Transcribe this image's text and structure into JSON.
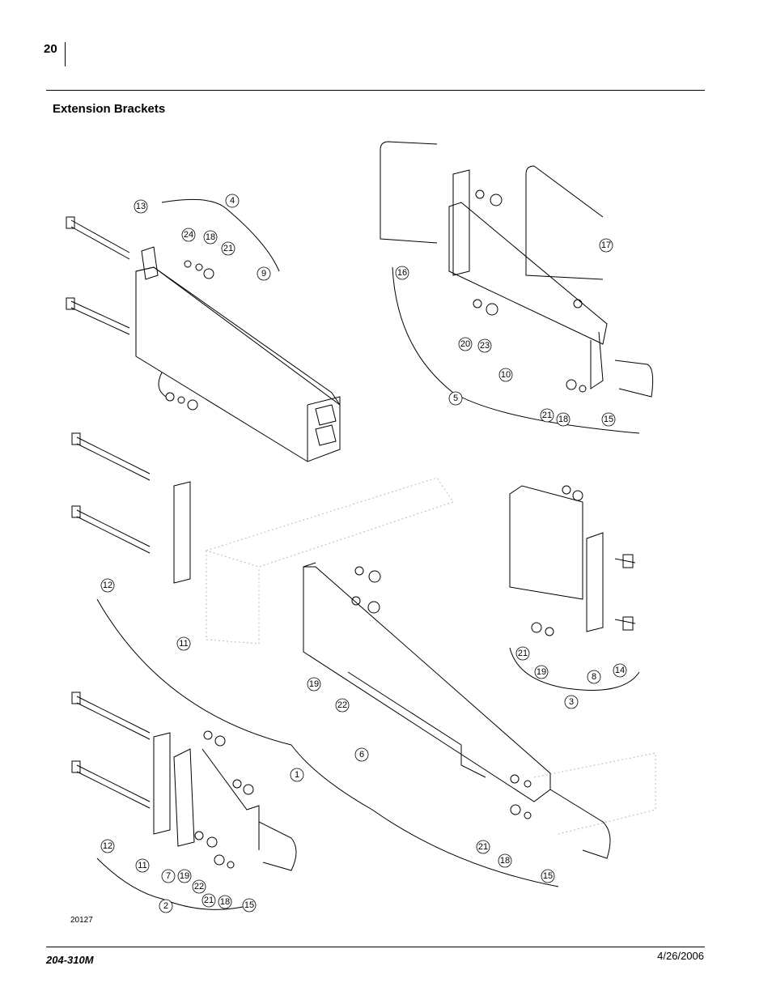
{
  "header": {
    "page_number": "20"
  },
  "section": {
    "title": "Extension Brackets"
  },
  "diagram": {
    "drawing_number": "20127",
    "callouts": [
      {
        "id": "c1",
        "label": "13"
      },
      {
        "id": "c2",
        "label": "4"
      },
      {
        "id": "c3",
        "label": "24"
      },
      {
        "id": "c4",
        "label": "18"
      },
      {
        "id": "c5",
        "label": "21"
      },
      {
        "id": "c6",
        "label": "9"
      },
      {
        "id": "c7",
        "label": "16"
      },
      {
        "id": "c8",
        "label": "17"
      },
      {
        "id": "c9",
        "label": "20"
      },
      {
        "id": "c10",
        "label": "23"
      },
      {
        "id": "c11",
        "label": "10"
      },
      {
        "id": "c12",
        "label": "5"
      },
      {
        "id": "c13",
        "label": "21"
      },
      {
        "id": "c14",
        "label": "18"
      },
      {
        "id": "c15",
        "label": "15"
      },
      {
        "id": "c16",
        "label": "12"
      },
      {
        "id": "c17",
        "label": "11"
      },
      {
        "id": "c18",
        "label": "19"
      },
      {
        "id": "c19",
        "label": "22"
      },
      {
        "id": "c20",
        "label": "6"
      },
      {
        "id": "c21",
        "label": "21"
      },
      {
        "id": "c22",
        "label": "19"
      },
      {
        "id": "c23",
        "label": "8"
      },
      {
        "id": "c24",
        "label": "14"
      },
      {
        "id": "c25",
        "label": "3"
      },
      {
        "id": "c26",
        "label": "1"
      },
      {
        "id": "c27",
        "label": "12"
      },
      {
        "id": "c28",
        "label": "11"
      },
      {
        "id": "c29",
        "label": "7"
      },
      {
        "id": "c30",
        "label": "19"
      },
      {
        "id": "c31",
        "label": "22"
      },
      {
        "id": "c32",
        "label": "21"
      },
      {
        "id": "c33",
        "label": "18"
      },
      {
        "id": "c34",
        "label": "15"
      },
      {
        "id": "c35",
        "label": "2"
      },
      {
        "id": "c36",
        "label": "21"
      },
      {
        "id": "c37",
        "label": "18"
      },
      {
        "id": "c38",
        "label": "15"
      }
    ]
  },
  "footer": {
    "doc_number": "204-310M",
    "date": "4/26/2006"
  }
}
